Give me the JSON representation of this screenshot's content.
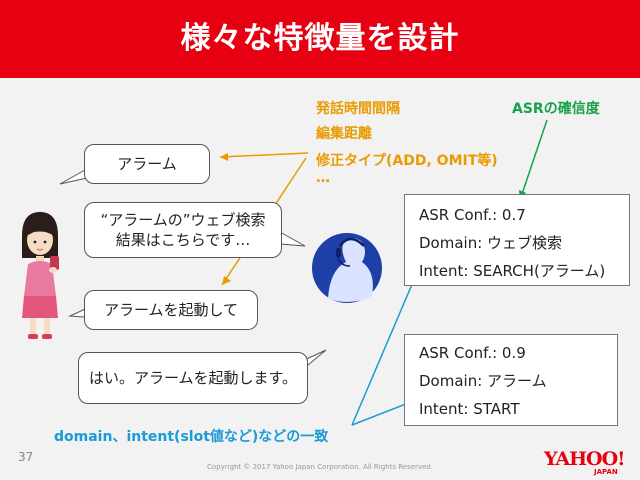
{
  "page": {
    "title": "様々な特徴量を設計",
    "page_number": "37",
    "copyright": "Copyright © 2017 Yahoo Japan Corporation. All Rights Reserved.",
    "logo_text": "YAHOO!",
    "logo_sub": "JAPAN"
  },
  "dialog": {
    "user_1": "アラーム",
    "system_1_line1": "“アラームの”ウェブ検索",
    "system_1_line2": "結果はこちらです…",
    "user_2": "アラームを起動して",
    "system_2": "はい。アラームを起動します。"
  },
  "features": {
    "item_1": "発話時間間隔",
    "item_2": "編集距離",
    "item_3": "修正タイプ(ADD, OMIT等)",
    "item_4": "…",
    "asr_confidence": "ASRの確信度",
    "domain_intent_match": "domain、intent(slot値など)などの一致"
  },
  "nlu_1": {
    "asr_conf": "ASR Conf.: 0.7",
    "domain": "Domain: ウェブ検索",
    "intent": "Intent: SEARCH(アラーム)"
  },
  "nlu_2": {
    "asr_conf": "ASR Conf.: 0.9",
    "domain": "Domain: アラーム",
    "intent": "Intent: START"
  },
  "colors": {
    "header_red": "#e60012",
    "orange": "#e99b00",
    "green": "#18a14a",
    "blue": "#1a9ad6",
    "assistant_blue": "#1e3fa8"
  }
}
